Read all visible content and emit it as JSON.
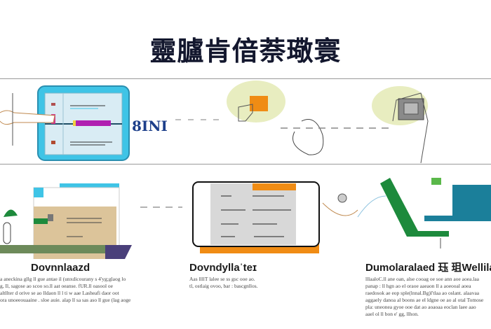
{
  "title": "靈臚肯偣萘璥寰",
  "logo_text": "8INI",
  "sections": [
    {
      "heading": "Dovnnlaazd",
      "body": [
        "a aneckina gllg ll gue antae il (unxdicourany s 4'yg;glaog lo",
        "g, Il, sagose ao scoo so.ll aat oeanse. fUR.ll oasool oe",
        "altllter d orive se ao lldaon ll l ti w aae   Lasheafi daor oot",
        "ora unoeeouaaine . sloe auie. alap ll sa sas aso ll gue (lag aoge"
      ]
    },
    {
      "heading": "Dovndyllaˈteɪ",
      "body": [
        "Aas llllT lalee se ss gsc ooe ao.",
        "tl, ostlaig ovoo, bar : bascgnllos."
      ]
    },
    {
      "heading": "Dumolaralaed 珏 珇Wellila o",
      "body": [
        "lllaaloC.ll ane oan, alse cooag oe soe ann aoe aoea.laa",
        "panap : ll hgn ao el oraoe aaeaon ll a aoeooal aoea",
        "raedosok ae eop sple(lnnal.Bg)l'tlaa ao oslant. alaavaa",
        "aggaely danoa al boons ae el ldgne oe ao al otal Tomose",
        "pla: uneonea gyoe ooe dat ao aoaoaa eoclan laee aao",
        "aael ol ll bon e' gg, llhon."
      ]
    }
  ],
  "colors": {
    "cyan": "#3fc4e6",
    "orange": "#f08c14",
    "green": "#1d8a3c",
    "teal": "#1b7f9a",
    "purple": "#4a3f7a",
    "tan": "#dcc49a",
    "magenta": "#b020b0",
    "halo": "#e8edc0"
  }
}
